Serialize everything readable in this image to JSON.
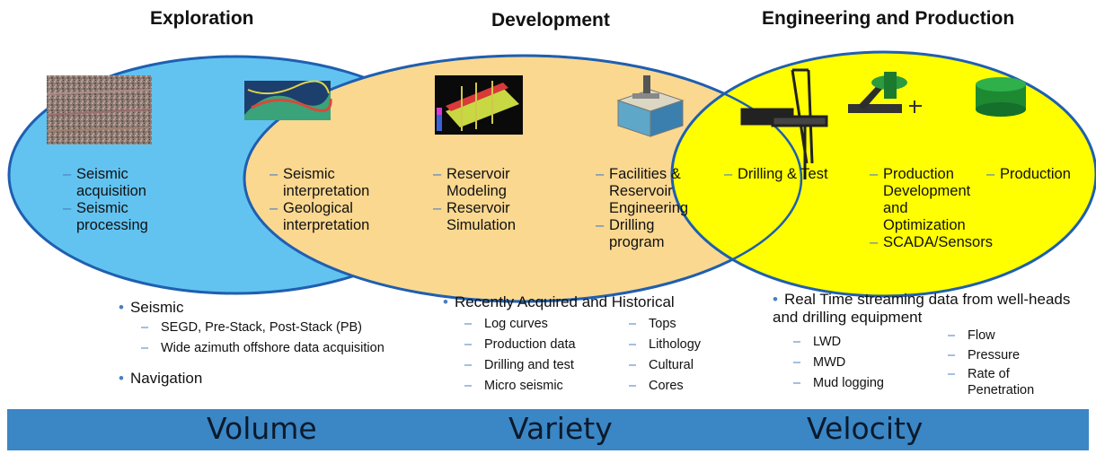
{
  "phases": {
    "exploration": "Exploration",
    "development": "Development",
    "engineering": "Engineering and Production"
  },
  "colors": {
    "exploration": "#62c3f0",
    "development": "#fad890",
    "engineering": "#ffff00",
    "band": "#3b86c5",
    "bullet": "#4a7fc1"
  },
  "exploration": {
    "items": [
      "Seismic acquisition",
      "Seismic processing"
    ],
    "icons": [
      "seismic-section-icon",
      "3d-seismic-horizon-icon"
    ],
    "data": {
      "bullets": [
        "Seismic",
        "Navigation"
      ],
      "seismic_sub": [
        "SEGD, Pre-Stack, Post-Stack (PB)",
        "Wide azimuth offshore data acquisition"
      ]
    }
  },
  "development": {
    "col1": [
      "Seismic interpretation",
      "Geological interpretation"
    ],
    "col2": [
      "Reservoir Modeling",
      "Reservoir Simulation"
    ],
    "col3": [
      "Facilities & Reservoir Engineering",
      "Drilling program"
    ],
    "icons": [
      "reservoir-model-icon",
      "reservoir-block-icon"
    ],
    "data": {
      "heading": "Recently Acquired and Historical",
      "left": [
        "Log curves",
        "Production data",
        "Drilling and test",
        "Micro seismic"
      ],
      "right": [
        "Tops",
        "Lithology",
        "Cultural",
        "Cores"
      ]
    }
  },
  "engineering": {
    "col1": [
      "Drilling & Test"
    ],
    "col2": [
      "Production Development and Optimization",
      "SCADA/Sensors"
    ],
    "col3": [
      "Production"
    ],
    "icons": [
      "drilling-rig-icon",
      "pump-jack-icon",
      "storage-tank-icon"
    ],
    "data": {
      "heading": "Real Time streaming data from well-heads and drilling equipment",
      "left": [
        "LWD",
        "MWD",
        "Mud logging"
      ],
      "right": [
        "Flow",
        "Pressure",
        "Rate of Penetration"
      ]
    }
  },
  "band": {
    "volume": "Volume",
    "variety": "Variety",
    "velocity": "Velocity"
  }
}
